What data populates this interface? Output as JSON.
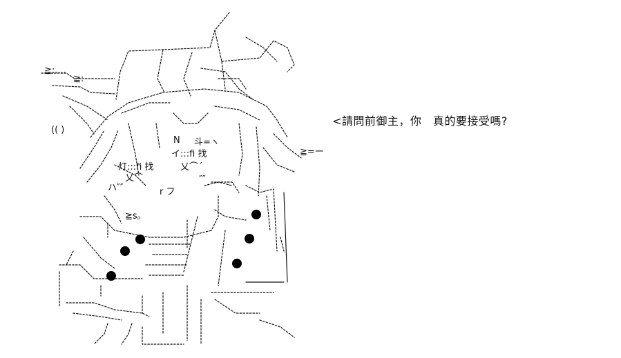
{
  "dialogue": {
    "line": "<請問前御主，你　真的要接受嗎?"
  },
  "art_labels": {
    "n_mark": "N",
    "right_eye_text": "斗=ヽ",
    "right_cheek_text": "イ:::fi 找",
    "left_cheek_text": "灯:::fi 找",
    "nose_text": "r フ",
    "mouth_text": "≧s。",
    "side_mark": "≧=ー",
    "tail_mark": "≧:....",
    "tail_mark_2": "≧:",
    "bracket_mark": "(( )",
    "left_cross": "乂⌒",
    "right_cross": "乂⌒´",
    "quotes_left": "ハ″″",
    "quotes_right": "″″"
  }
}
